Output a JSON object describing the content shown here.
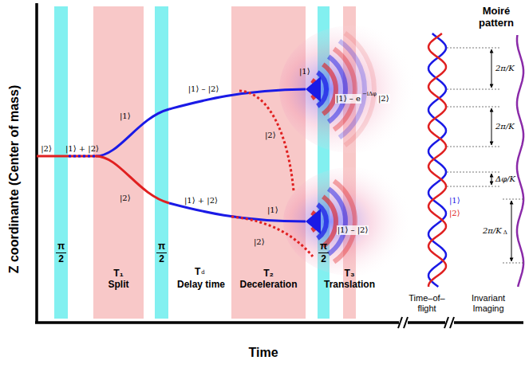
{
  "diagram": {
    "nodes": [
      {
        "text": [
          "π",
          "2"
        ]
      },
      {
        "text": [
          "T₁",
          "Split"
        ]
      },
      {
        "text": [
          "π",
          "2"
        ]
      },
      {
        "text": [
          "T₂",
          "Deceleration"
        ]
      },
      {
        "text": [
          "π",
          "2"
        ]
      },
      {
        "text": [
          "T₃",
          "Translation"
        ]
      }
    ],
    "labels": [
      "Z coordinante (Center of mass)",
      "Time",
      "Moiré pattern",
      "T",
      "d",
      "Delay time",
      "|2⟩",
      "|1⟩ + |2⟩",
      "|1⟩",
      "|2⟩",
      "|1⟩ – |2⟩",
      "|1⟩ + |2⟩",
      "|2⟩",
      "|1⟩",
      "|1⟩",
      "|2⟩",
      "|1⟩ – e",
      "−iΔφ",
      "|2⟩",
      "|1⟩ – |2⟩",
      "2π/K",
      "2π/K",
      "Δφ/K",
      "2π/K",
      "Δ",
      "|1⟩",
      "|2⟩",
      "Time–of–flight",
      "Invariant Imaging"
    ]
  }
}
